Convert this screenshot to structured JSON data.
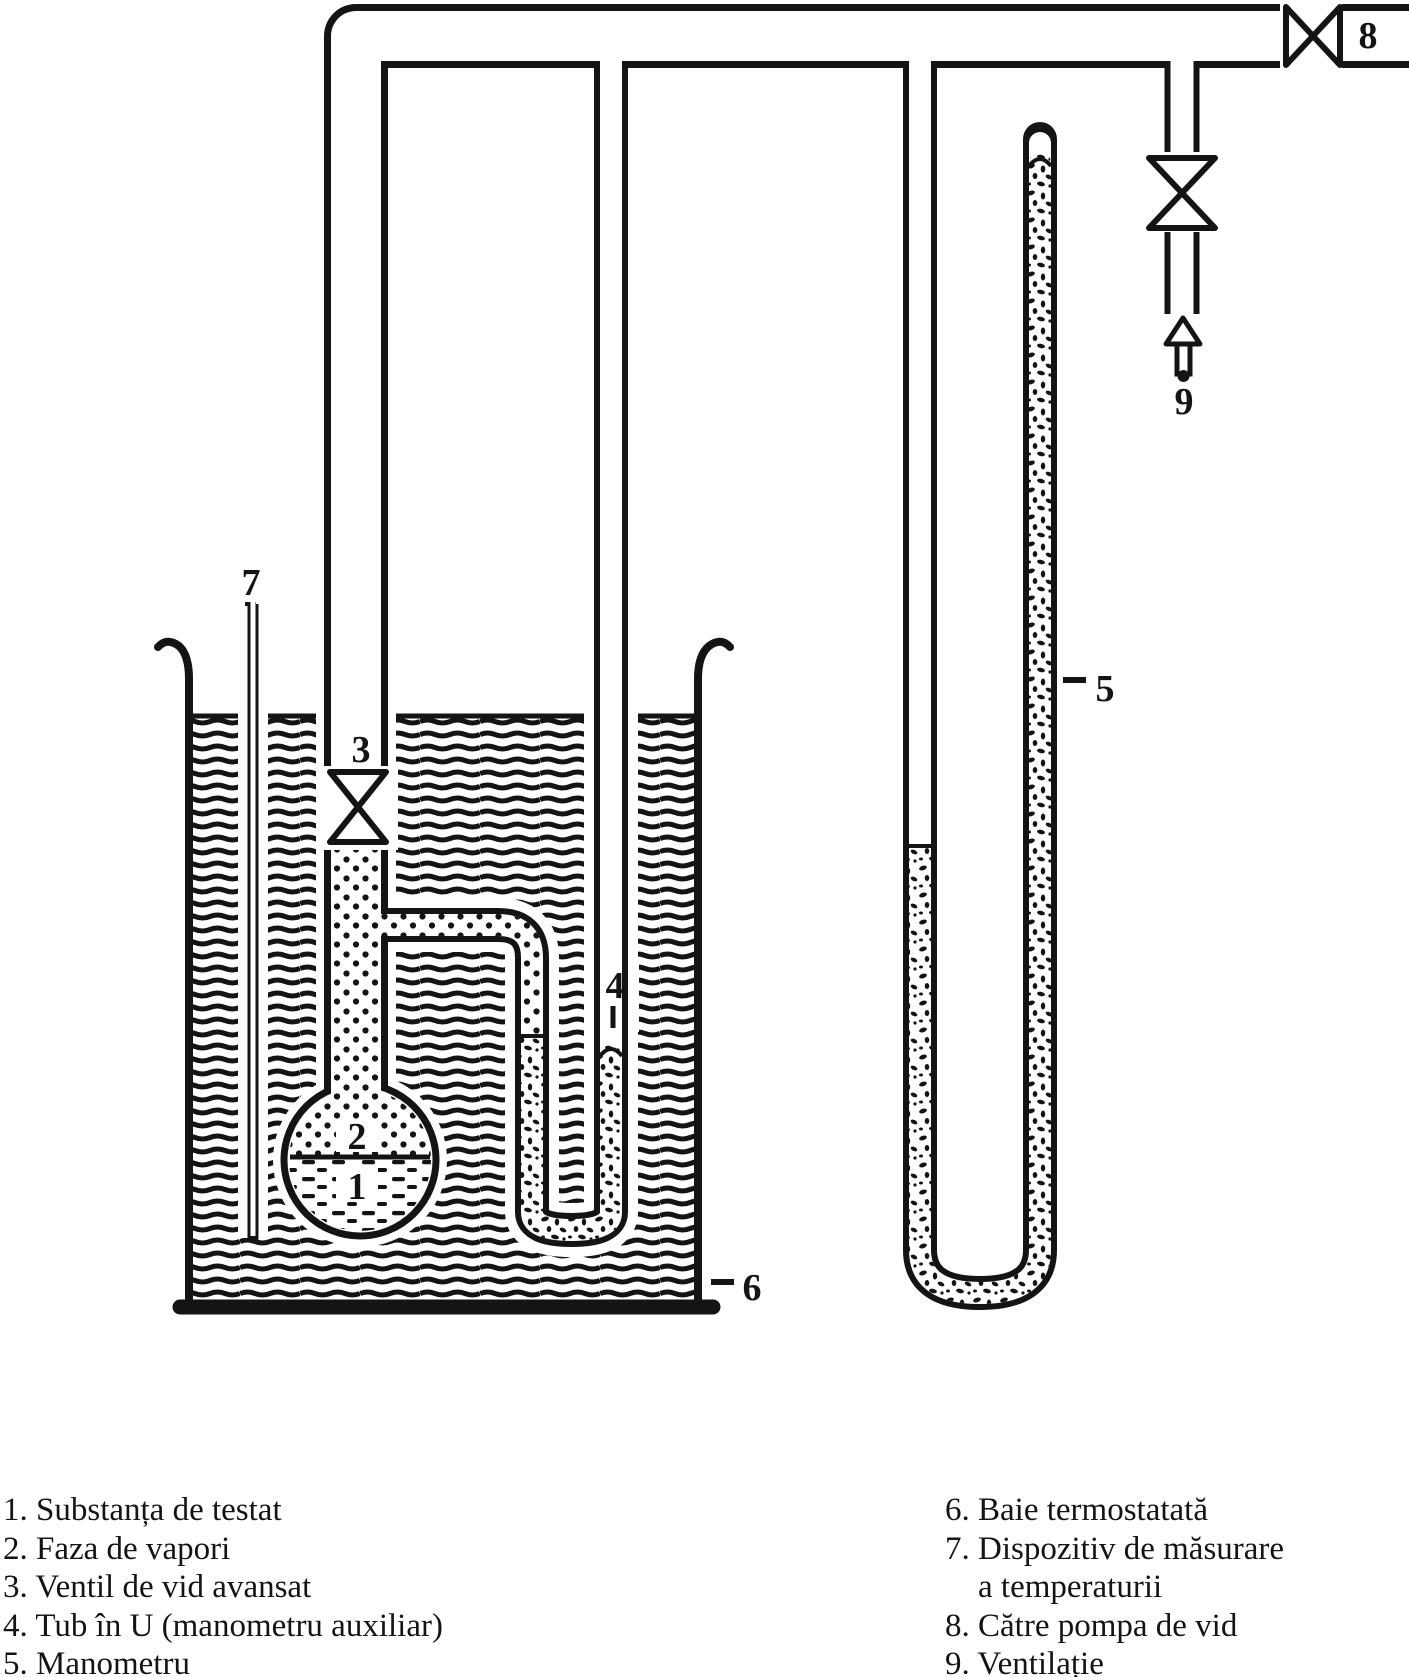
{
  "figure": {
    "ink": "#141414",
    "paper": "#ffffff",
    "callouts": {
      "n1": "1",
      "n2": "2",
      "n3": "3",
      "n4": "4",
      "n5": "5",
      "n6": "6",
      "n7": "7",
      "n8": "8",
      "n9": "9"
    },
    "legend_left": [
      "1. Substanța de testat",
      "2. Faza de vapori",
      "3. Ventil de vid avansat",
      "4. Tub în U (manometru auxiliar)",
      "5. Manometru"
    ],
    "legend_right": [
      "6. Baie termostatată",
      "7. Dispozitiv de măsurare",
      "a temperaturii",
      "8. Către pompa de vid",
      "9. Ventilație"
    ]
  }
}
